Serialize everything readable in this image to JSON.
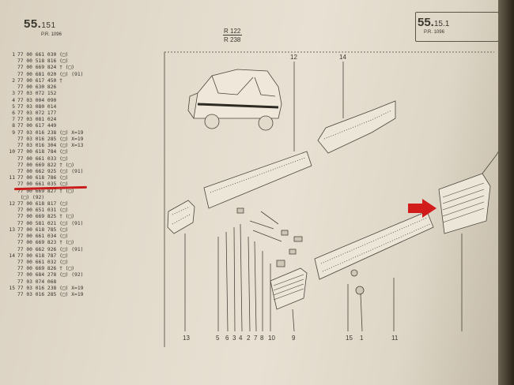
{
  "header": {
    "section_left": "55.",
    "section_left_sub": "151",
    "section_left_pr": "P.R. 1096",
    "refs": [
      "R 122",
      "R 238"
    ],
    "section_right": "55.",
    "section_right_sub": "15.1",
    "section_right_pr": "P.R. 1096"
  },
  "parts_list": [
    {
      "i": "1",
      "ref": "77 00 661 030",
      "note": "(□)"
    },
    {
      "i": "",
      "ref": "77 00 518 816",
      "note": "(□)"
    },
    {
      "i": "",
      "ref": "77 00 669 824",
      "note": "† (□)"
    },
    {
      "i": "",
      "ref": "77 00 681 020",
      "note": "(□) (91)"
    },
    {
      "i": "2",
      "ref": "77 00 617 450",
      "note": "†"
    },
    {
      "i": "",
      "ref": "77 00 630 826",
      "note": ""
    },
    {
      "i": "3",
      "ref": "77 03 072 152",
      "note": ""
    },
    {
      "i": "4",
      "ref": "77 03 004 090",
      "note": ""
    },
    {
      "i": "5",
      "ref": "77 03 080 014",
      "note": ""
    },
    {
      "i": "6",
      "ref": "77 03 072 177",
      "note": ""
    },
    {
      "i": "7",
      "ref": "77 03 081 024",
      "note": ""
    },
    {
      "i": "8",
      "ref": "77 00 617 449",
      "note": ""
    },
    {
      "i": "9",
      "ref": "77 03 016 238",
      "note": "(□) X=19"
    },
    {
      "i": "",
      "ref": "77 03 016 285",
      "note": "(□) X=19"
    },
    {
      "i": "",
      "ref": "77 03 016 304",
      "note": "(□) X=13"
    },
    {
      "i": "10",
      "ref": "77 00 618 784",
      "note": "(□)"
    },
    {
      "i": "",
      "ref": "77 00 661 033",
      "note": "(□)"
    },
    {
      "i": "",
      "ref": "77 00 669 822",
      "note": "† (□)"
    },
    {
      "i": "",
      "ref": "77 00 662 925",
      "note": "(□) (91)"
    },
    {
      "i": "11",
      "ref": "77 00 618 786",
      "note": "(□)"
    },
    {
      "i": "",
      "ref": "77 00 661 035",
      "note": "(□)"
    },
    {
      "i": "",
      "ref": "77 00 669 827",
      "note": "† (□)"
    },
    {
      "i": "",
      "ref": "",
      "note": "(□) (92)"
    },
    {
      "i": "12",
      "ref": "77 00 618 817",
      "note": "(□)"
    },
    {
      "i": "",
      "ref": "77 00 651 031",
      "note": "(□)"
    },
    {
      "i": "",
      "ref": "77 00 669 825",
      "note": "† (□)"
    },
    {
      "i": "",
      "ref": "77 00 581 021",
      "note": "(□) (91)"
    },
    {
      "i": "13",
      "ref": "77 00 618 785",
      "note": "(□)"
    },
    {
      "i": "",
      "ref": "77 00 661 034",
      "note": "(□)"
    },
    {
      "i": "",
      "ref": "77 00 669 823",
      "note": "† (□)"
    },
    {
      "i": "",
      "ref": "77 00 662 926",
      "note": "(□) (91)"
    },
    {
      "i": "14",
      "ref": "77 00 618 787",
      "note": "(□)"
    },
    {
      "i": "",
      "ref": "77 00 661 032",
      "note": "(□)"
    },
    {
      "i": "",
      "ref": "77 00 669 826",
      "note": "† (□)"
    },
    {
      "i": "",
      "ref": "77 00 684 278",
      "note": "(□) (92)"
    },
    {
      "i": "",
      "ref": "77 03 074 068",
      "note": ""
    },
    {
      "i": "15",
      "ref": "77 03 016 238",
      "note": "(□) X=19"
    },
    {
      "i": "",
      "ref": "77 03 016 285",
      "note": "(□) X=19"
    }
  ],
  "callouts_top": [
    "12",
    "14"
  ],
  "callouts_bottom": [
    "13",
    "5",
    "6",
    "3",
    "4",
    "2",
    "7",
    "8",
    "10",
    "9",
    "15",
    "1",
    "11"
  ],
  "colors": {
    "highlight": "#c81e1e",
    "ink": "#3a372f",
    "paper": "#e2dacb"
  }
}
